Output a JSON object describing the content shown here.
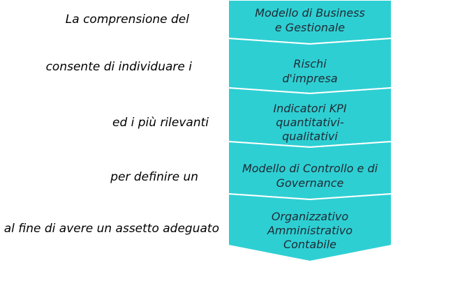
{
  "left_labels": [
    "La comprensione del",
    "consente di individuare i",
    "ed i più rilevanti",
    "per definire un",
    "al fine di avere un assetto adeguato"
  ],
  "chevrons": [
    {
      "lines": [
        "Modello di Business",
        "e Gestionale"
      ]
    },
    {
      "lines": [
        "Rischi",
        "d'impresa"
      ]
    },
    {
      "lines": [
        "Indicatori KPI",
        "quantitativi-",
        "qualitativi"
      ]
    },
    {
      "lines": [
        "Modello di Controllo e di",
        "Governance"
      ]
    },
    {
      "lines": [
        "Organizzativo",
        "Amministrativo",
        "Contabile"
      ]
    }
  ],
  "colors": {
    "chevron_fill": "#2ecfd3",
    "chevron_text": "#1f2a33",
    "label_text": "#000000"
  }
}
